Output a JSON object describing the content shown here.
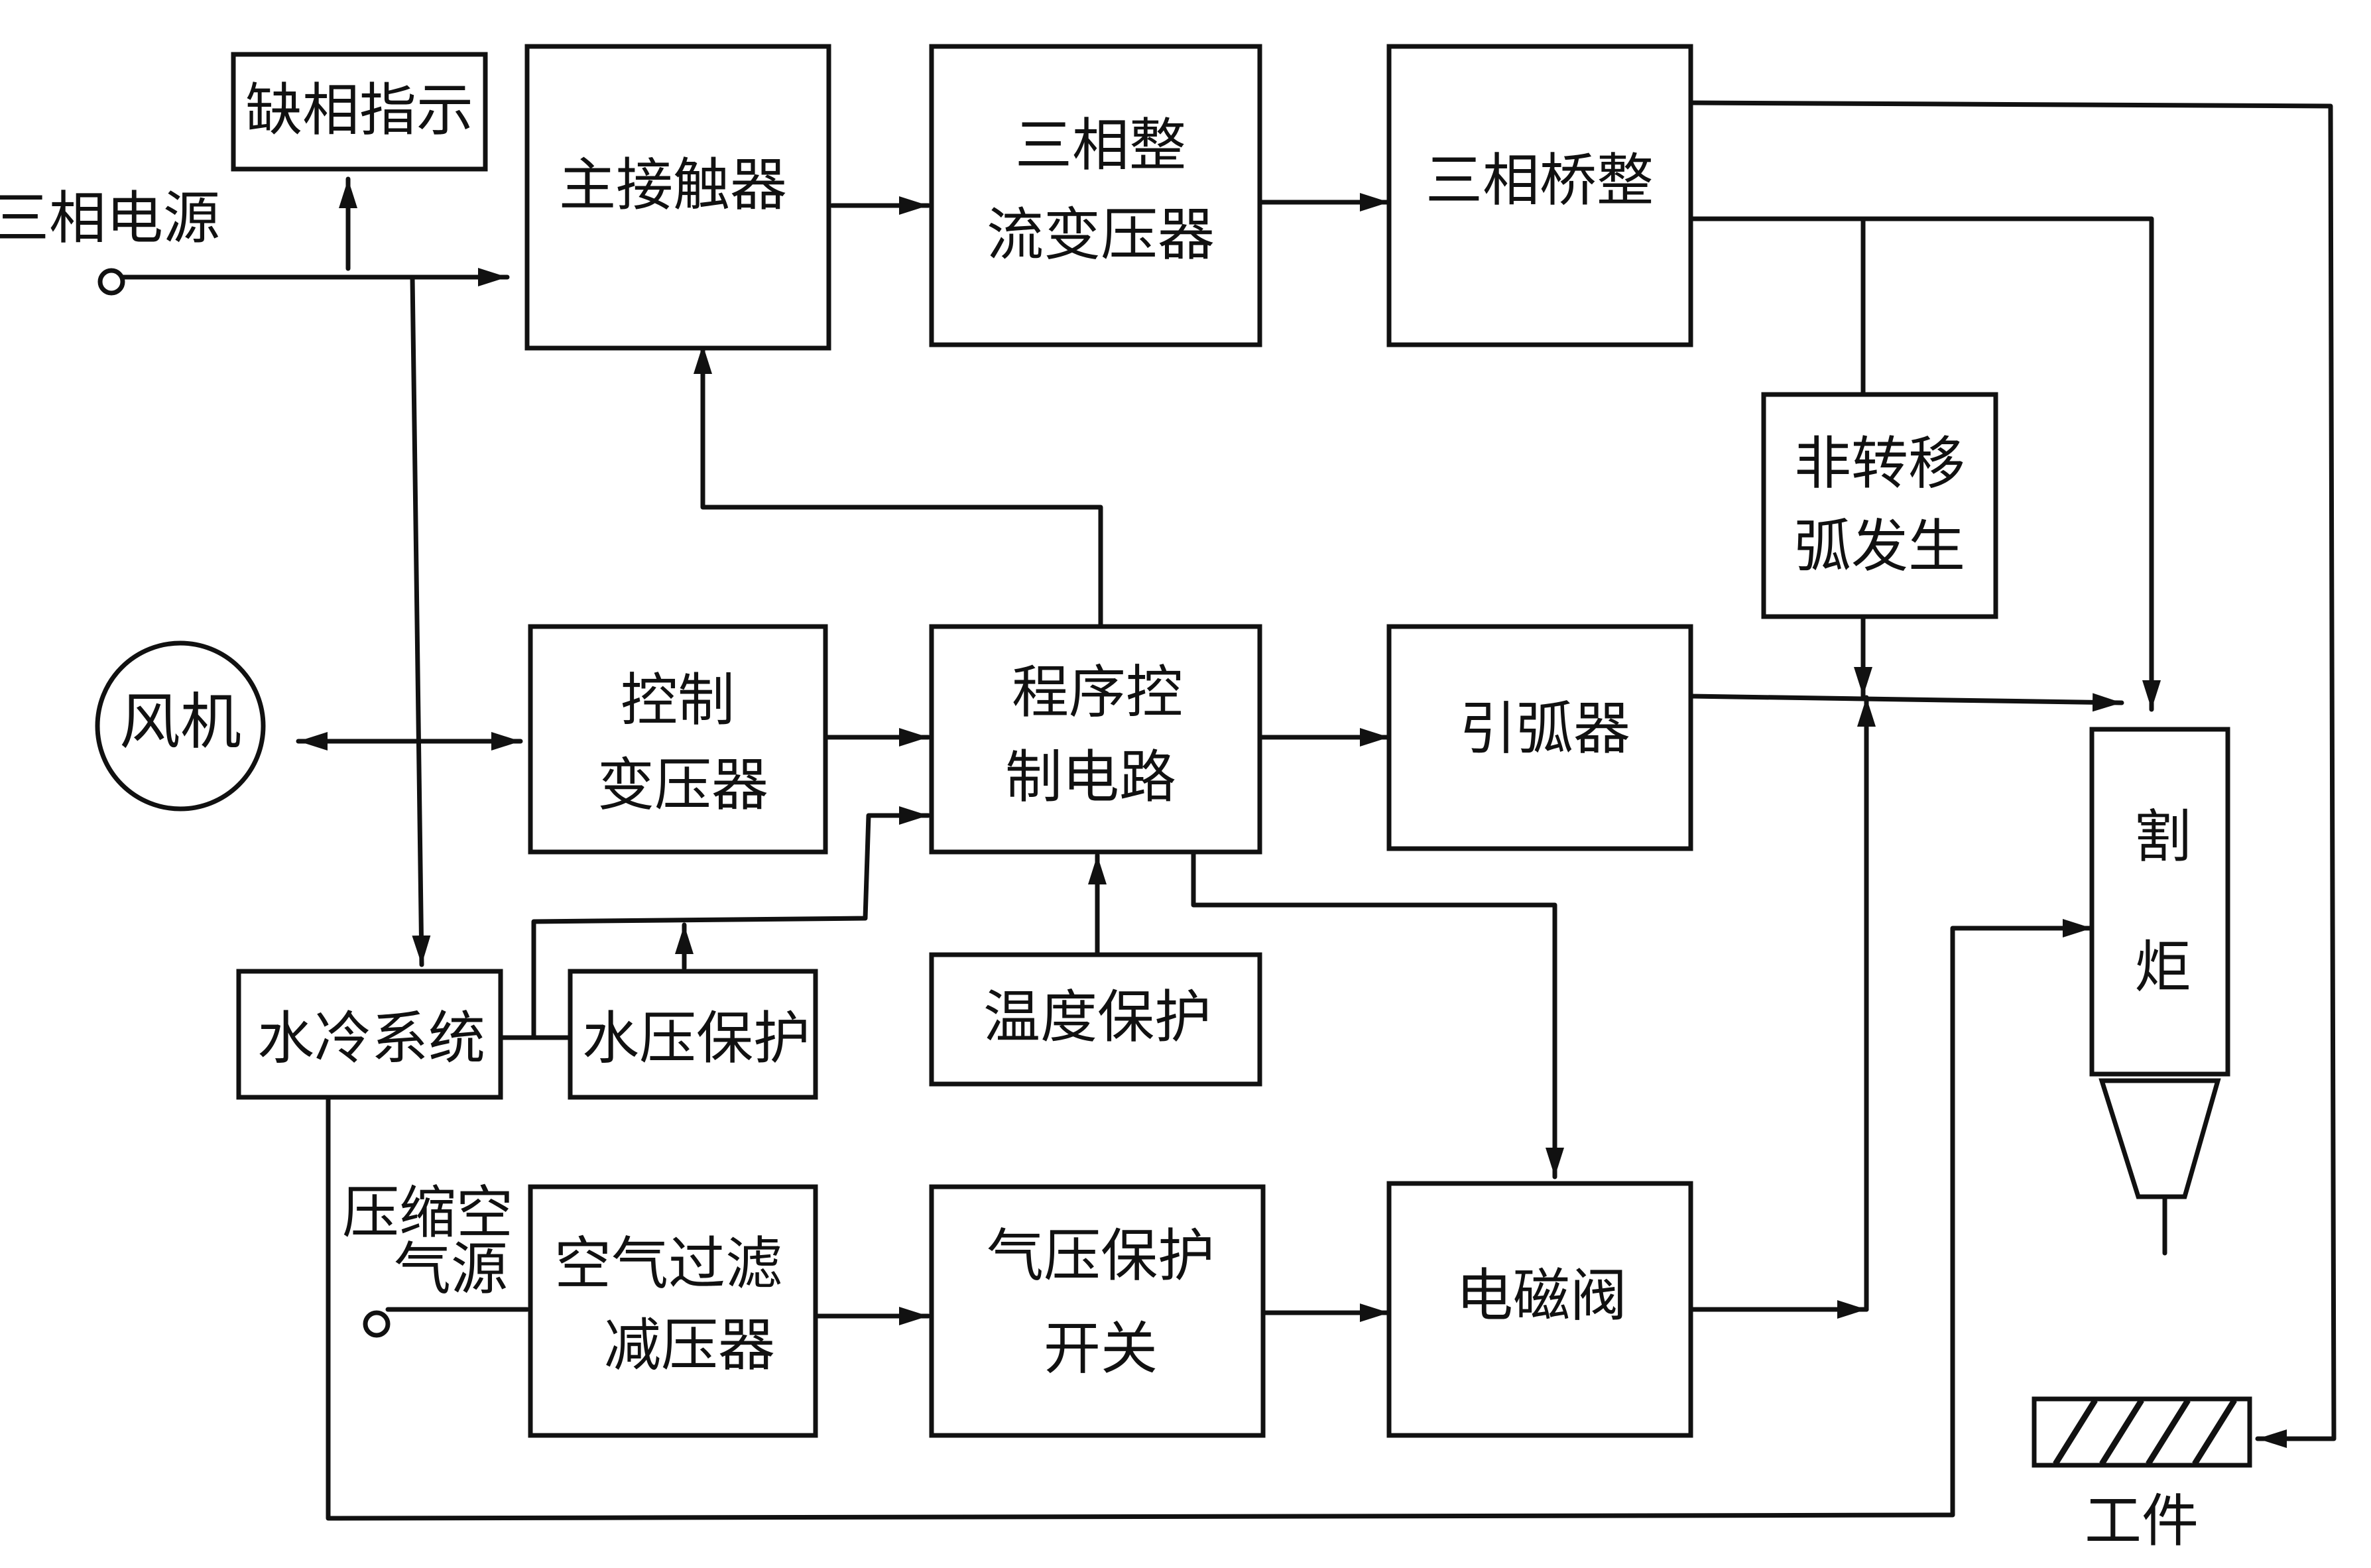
{
  "blocks": {
    "phase_loss": "缺相指示",
    "main_contactor": "主接触器",
    "rect_transformer_1": "三相整",
    "rect_transformer_2": "流变压器",
    "bridge_rectifier": "三相桥整",
    "non_transfer_1": "非转移",
    "non_transfer_2": "弧发生",
    "fan": "风机",
    "ctrl_transformer_1": "控制",
    "ctrl_transformer_2": "变压器",
    "program_ctrl_1": "程序控",
    "program_ctrl_2": "制电路",
    "arc_starter": "引弧器",
    "water_cooling": "水冷系统",
    "water_pressure": "水压保护",
    "temp_protect": "温度保护",
    "air_filter_1": "空气过滤",
    "air_filter_2": "减压器",
    "air_pressure_1": "气压保护",
    "air_pressure_2": "开关",
    "solenoid_valve": "电磁阀",
    "torch_1": "割",
    "torch_2": "炬"
  },
  "labels": {
    "power_source": "三相电源",
    "air_source_1": "压缩空",
    "air_source_2": "气源",
    "workpiece": "工件"
  }
}
